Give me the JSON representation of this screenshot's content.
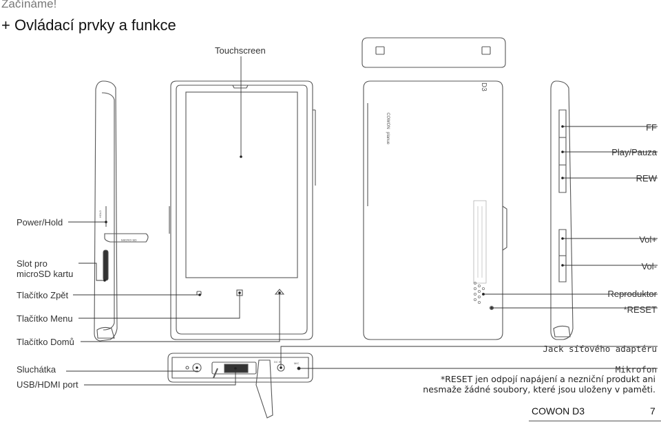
{
  "header": {
    "section": "Začínáme!",
    "title": "+ Ovládací prvky a funkce"
  },
  "labels": {
    "touchscreen": "Touchscreen",
    "power_hold": "Power/Hold",
    "slot_line1": "Slot pro",
    "slot_line2": "microSD kartu",
    "back": "Tlačítko Zpět",
    "menu": "Tlačítko Menu",
    "home": "Tlačítko Domů",
    "headphones": "Sluchátka",
    "usb_hdmi": "USB/HDMI port",
    "ff": "FF",
    "play_pause": "Play/Pauza",
    "rew": "REW",
    "vol_up": "Vol+",
    "vol_down": "Vol-",
    "speaker": "Reproduktor",
    "reset": "*RESET",
    "dc_jack": "Jack síťového adaptéru",
    "microphone": "Mikrofon"
  },
  "note": {
    "line1": "*RESET jen odpojí napájení a nezniční produkt ani",
    "line2": "nesmaže žádné soubory, které jsou uloženy v paměti."
  },
  "device_marks": {
    "brand": "COWON",
    "series": "planue",
    "model": "D3",
    "microsd": "MICRO SD",
    "hold": "HOLD",
    "dc_in": "DC IN",
    "mic": "MIC"
  },
  "footer": {
    "brand": "COWON D3",
    "page": "7"
  }
}
